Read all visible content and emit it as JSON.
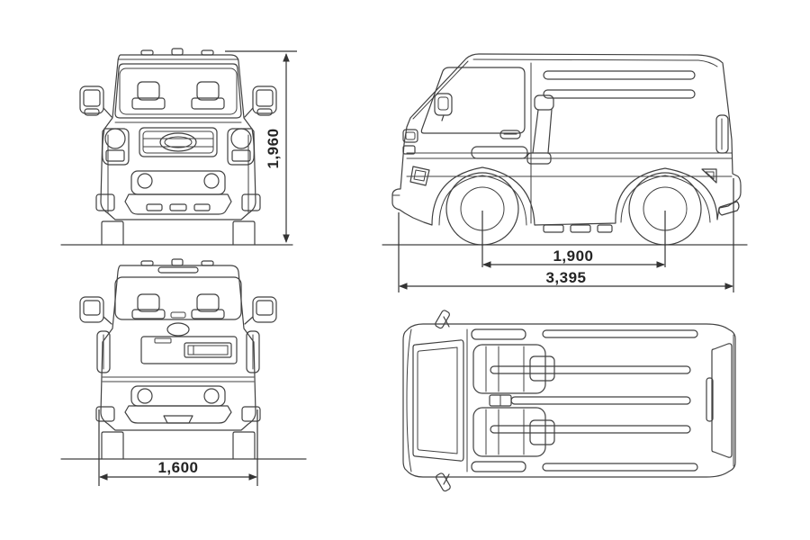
{
  "dimensions": {
    "overall_height": "1,960",
    "wheelbase": "1,900",
    "overall_length": "3,395",
    "overall_width": "1,600"
  },
  "colors": {
    "background": "#ffffff",
    "line": "#414141",
    "text": "#242424"
  }
}
